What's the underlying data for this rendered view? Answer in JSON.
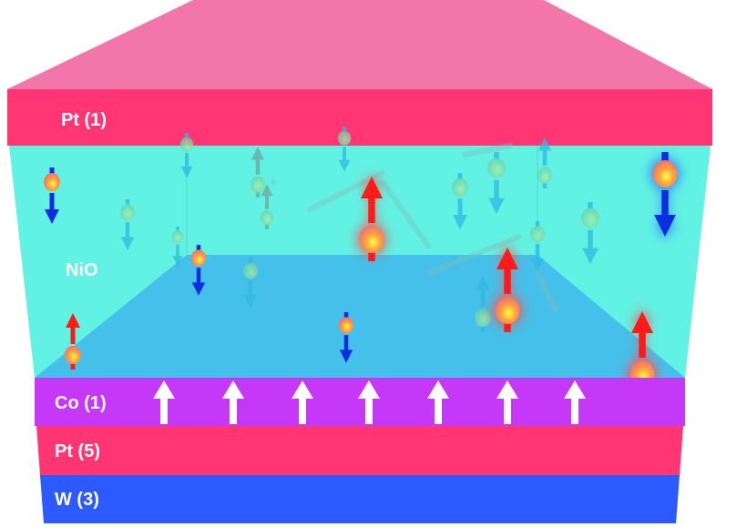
{
  "layers": {
    "pt_top": "Pt (1)",
    "nio": "NiO",
    "co": "Co (1)",
    "pt_bottom": "Pt (5)",
    "w": "W (3)"
  },
  "colors": {
    "pt_top_face": "#f276aa",
    "pt": "#ff3574",
    "nio": "#62f2e4",
    "nio_floor": "#45c0ea",
    "co": "#c638f7",
    "w": "#2d5afe",
    "spin_up": "#ff1a1a",
    "spin_down": "#0a2ee0"
  }
}
